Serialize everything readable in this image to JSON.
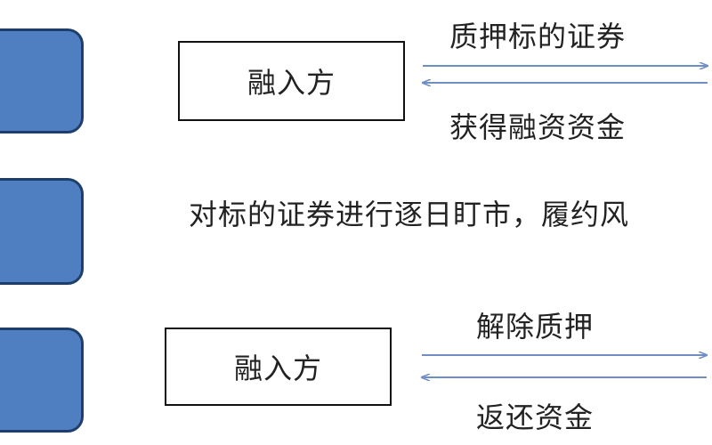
{
  "colors": {
    "step_fill": "#4f7fc0",
    "step_border": "#1f3f6a",
    "arrow": "#6f8fc4",
    "text": "#222222"
  },
  "phase_open": {
    "party": "融入方",
    "arrow_right_label": "质押标的证券",
    "arrow_left_label": "获得融资资金"
  },
  "phase_monitor": {
    "text": "对标的证券进行逐日盯市，履约风"
  },
  "phase_close": {
    "party": "融入方",
    "arrow_right_label": "解除质押",
    "arrow_left_label": "返还资金"
  }
}
